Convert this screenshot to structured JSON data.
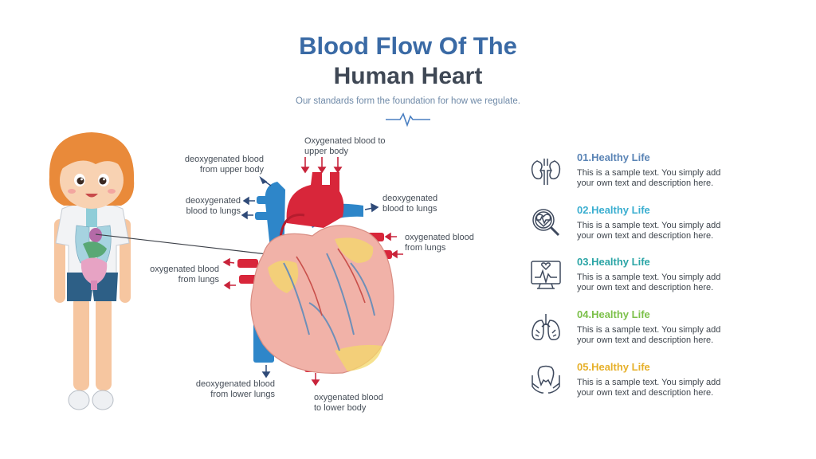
{
  "header": {
    "title_line1": "Blood Flow Of The",
    "title_line2": "Human Heart",
    "subtitle": "Our standards form the foundation for how we regulate."
  },
  "labels": {
    "deoxy_upper_body": [
      "deoxygenated blood",
      "from upper body"
    ],
    "oxy_upper_body": [
      "Oxygenated blood to",
      "upper body"
    ],
    "deoxy_to_lungs_left": [
      "deoxygenated",
      "blood to lungs"
    ],
    "deoxy_to_lungs_right": [
      "deoxygenated",
      "blood to lungs"
    ],
    "oxy_from_lungs_right": [
      "oxygenated blood",
      "from lungs"
    ],
    "oxy_from_lungs_left": [
      "oxygenated blood",
      "from lungs"
    ],
    "deoxy_lower_lungs": [
      "deoxygenated blood",
      "from lower lungs"
    ],
    "oxy_lower_body": [
      "oxygenated blood",
      "to lower body"
    ]
  },
  "items": [
    {
      "title": "01.Healthy Life",
      "desc": [
        "This is a sample text. You simply add",
        "your own text and description here."
      ],
      "color": "#5a84b5",
      "icon": "kidneys-icon"
    },
    {
      "title": "02.Healthy Life",
      "desc": [
        "This is a sample text. You simply add",
        "your own text and description here."
      ],
      "color": "#3aaed0",
      "icon": "heart-magnifier-icon"
    },
    {
      "title": "03.Healthy Life",
      "desc": [
        "This is a sample text. You simply add",
        "your own text and description here."
      ],
      "color": "#2ba5a6",
      "icon": "heart-monitor-icon"
    },
    {
      "title": "04.Healthy Life",
      "desc": [
        "This is a sample text. You simply add",
        "your own text and description here."
      ],
      "color": "#7cc04a",
      "icon": "lungs-icon"
    },
    {
      "title": "05.Healthy Life",
      "desc": [
        "This is a sample text. You simply add",
        "your own text and description here."
      ],
      "color": "#e6b02a",
      "icon": "tooth-hands-icon"
    }
  ],
  "colors": {
    "title_blue": "#3a6aa5",
    "title_dark": "#3f4855",
    "artery_red": "#d8263a",
    "vein_blue": "#2e86c9",
    "heart_pink": "#f1b2a8",
    "fat_yellow": "#f3d86a",
    "arrow_red": "#c8233a",
    "arrow_navy": "#2f4a78"
  }
}
